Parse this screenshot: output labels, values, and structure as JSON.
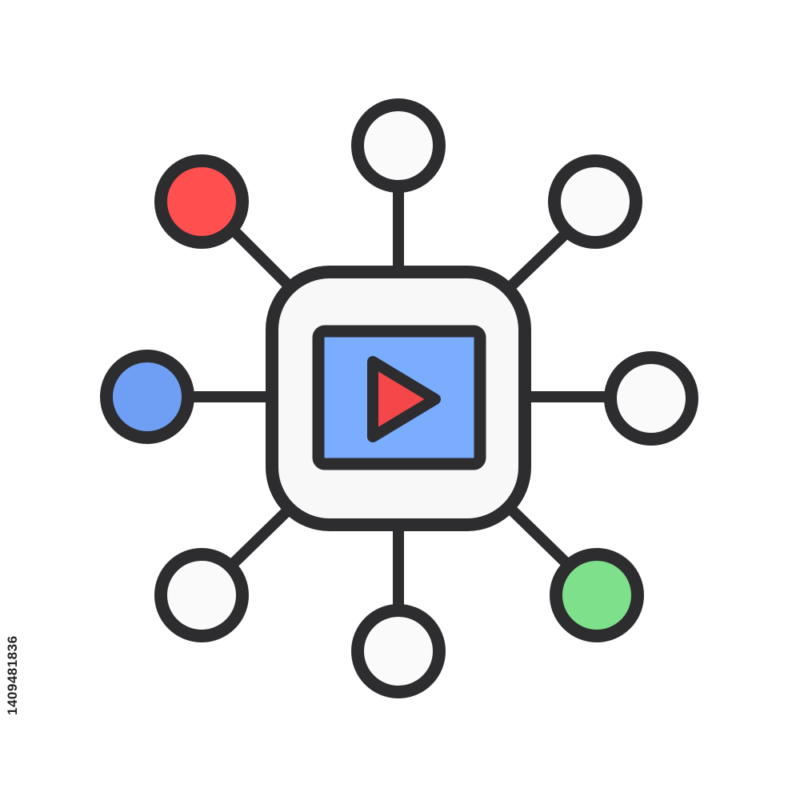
{
  "stock_id": "1409481836",
  "colors": {
    "outline": "#2d2d30",
    "node_fill": "#fafafa",
    "hub_fill": "#f8f8f8",
    "screen_fill": "#7aacff",
    "play_fill": "#f5474a",
    "accent_red": "#ff4f4f",
    "accent_blue": "#6f9ff5",
    "accent_green": "#7ee08a"
  },
  "nodes": [
    {
      "name": "top",
      "fill": "#fafafa"
    },
    {
      "name": "top-right",
      "fill": "#fafafa"
    },
    {
      "name": "right",
      "fill": "#fafafa"
    },
    {
      "name": "bottom-right",
      "fill": "#7ee08a"
    },
    {
      "name": "bottom",
      "fill": "#fafafa"
    },
    {
      "name": "bottom-left",
      "fill": "#fafafa"
    },
    {
      "name": "left",
      "fill": "#6f9ff5"
    },
    {
      "name": "top-left",
      "fill": "#ff4f4f"
    }
  ]
}
